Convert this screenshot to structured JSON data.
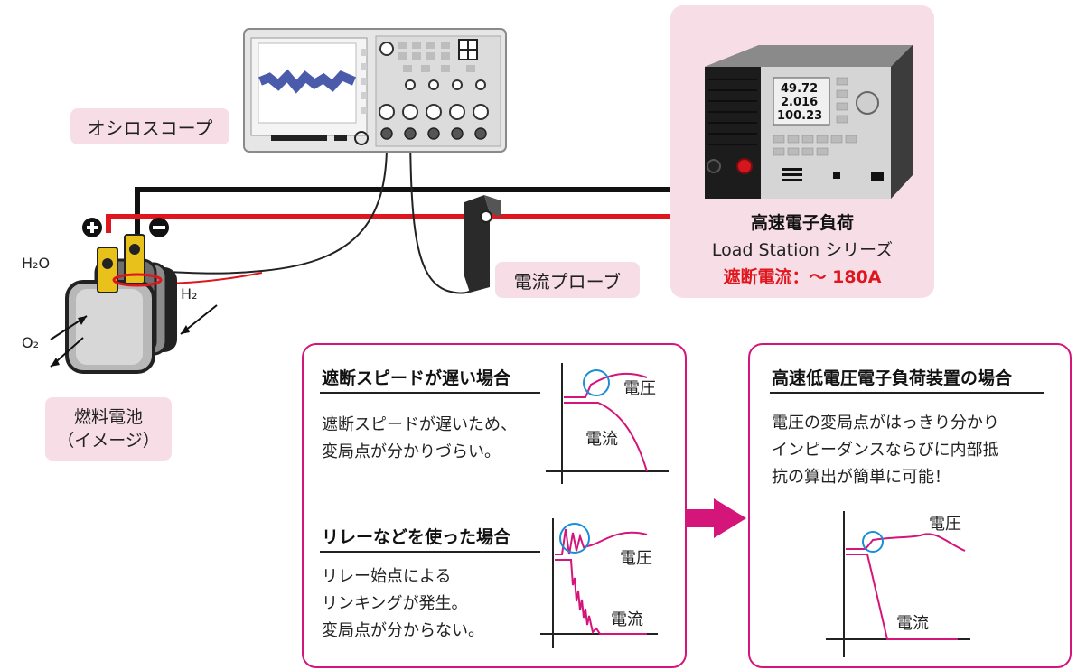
{
  "equipment": {
    "oscilloscope_label": "オシロスコープ",
    "current_probe_label": "電流プローブ",
    "fuel_cell_label": "燃料電池\n（イメージ）",
    "h2o": "H₂O",
    "h2": "H₂",
    "o2": "O₂",
    "load_display": [
      "49.72",
      "2.016",
      "100.23"
    ]
  },
  "load": {
    "name": "高速電子負荷",
    "series": "Load Station シリーズ",
    "cutoff": "遮断電流：～ 180A"
  },
  "panels": {
    "slow": {
      "title": "遮断スピードが遅い場合",
      "text": "遮断スピードが遅いため、\n変局点が分かりづらい。",
      "voltage": "電圧",
      "current": "電流"
    },
    "relay": {
      "title": "リレーなどを使った場合",
      "text": "リレー始点による\nリンキングが発生。\n変局点が分からない。",
      "voltage": "電圧",
      "current": "電流"
    },
    "fast": {
      "title": "高速低電圧電子負荷装置の場合",
      "text": "電圧の変局点がはっきり分かり\nインピーダンスならびに内部抵\n抗の算出が簡単に可能！",
      "voltage": "電圧",
      "current": "電流"
    }
  },
  "colors": {
    "accent": "#d4157a",
    "wire_red": "#e0161e",
    "wire_black": "#111111",
    "pink_bg": "#f7dde6",
    "circle_blue": "#1a8fd6"
  }
}
